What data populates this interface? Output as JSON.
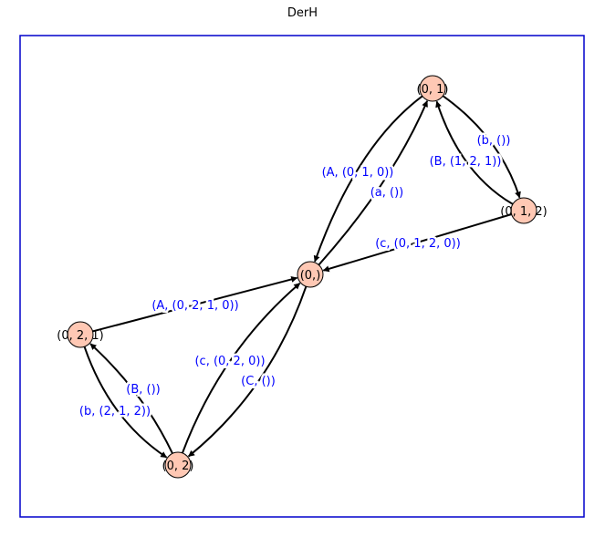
{
  "title": "DerH",
  "colors": {
    "frame": "#0000cc",
    "node_fill": "#ffc8b4",
    "edge": "#000000",
    "edge_label": "#0000ff"
  },
  "nodes": [
    {
      "id": "n01",
      "label": "(0, 1)"
    },
    {
      "id": "n012",
      "label": "(0, 1, 2)"
    },
    {
      "id": "n0",
      "label": "(0,)"
    },
    {
      "id": "n021",
      "label": "(0, 2, 1)"
    },
    {
      "id": "n02",
      "label": "(0, 2)"
    }
  ],
  "edges": [
    {
      "id": "e1",
      "from": "n01",
      "to": "n0",
      "label": "(A, (0, 1, 0))"
    },
    {
      "id": "e2",
      "from": "n0",
      "to": "n01",
      "label": "(a, ())"
    },
    {
      "id": "e3",
      "from": "n01",
      "to": "n012",
      "label": "(b, ())"
    },
    {
      "id": "e4",
      "from": "n012",
      "to": "n01",
      "label": "(B, (1, 2, 1))"
    },
    {
      "id": "e5",
      "from": "n012",
      "to": "n0",
      "label": "(c, (0, 1, 2, 0))"
    },
    {
      "id": "e6",
      "from": "n021",
      "to": "n0",
      "label": "(A, (0, 2, 1, 0))"
    },
    {
      "id": "e7",
      "from": "n02",
      "to": "n0",
      "label": "(c, (0, 2, 0))"
    },
    {
      "id": "e8",
      "from": "n0",
      "to": "n02",
      "label": "(C, ())"
    },
    {
      "id": "e9",
      "from": "n02",
      "to": "n021",
      "label": "(B, ())"
    },
    {
      "id": "e10",
      "from": "n021",
      "to": "n02",
      "label": "(b, (2, 1, 2))"
    }
  ]
}
